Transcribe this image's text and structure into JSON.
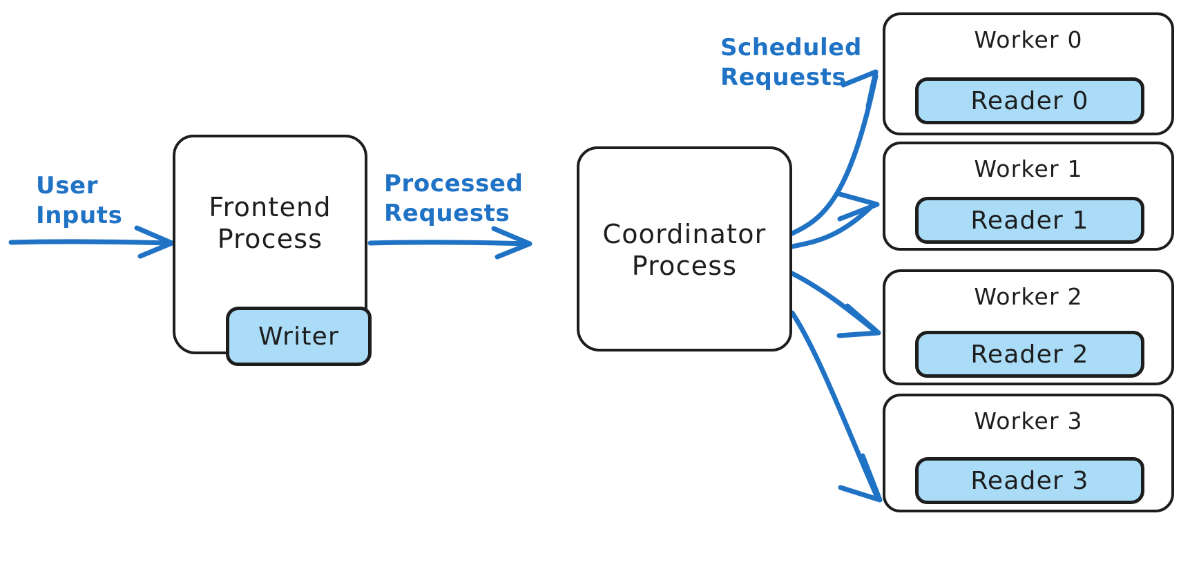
{
  "diagram": {
    "title": "Frontend / Coordinator / Worker process architecture",
    "background_color": "#ffffff",
    "accent_color": "#1f72c4",
    "node_fill": "#ffffff",
    "subnode_fill": "#aadcf8",
    "stroke_color": "#1d1d1d"
  },
  "nodes": {
    "frontend": {
      "label": "Frontend\nProcess",
      "sub": {
        "label": "Writer"
      }
    },
    "coordinator": {
      "label": "Coordinator\nProcess"
    },
    "workers": [
      {
        "label": "Worker 0",
        "sub": {
          "label": "Reader 0"
        }
      },
      {
        "label": "Worker 1",
        "sub": {
          "label": "Reader 1"
        }
      },
      {
        "label": "Worker 2",
        "sub": {
          "label": "Reader 2"
        }
      },
      {
        "label": "Worker 3",
        "sub": {
          "label": "Reader 3"
        }
      }
    ]
  },
  "edges": [
    {
      "id": "user-inputs",
      "label": "User\nInputs",
      "from": "user",
      "to": "frontend"
    },
    {
      "id": "processed-requests",
      "label": "Processed\nRequests",
      "from": "frontend",
      "to": "coordinator"
    },
    {
      "id": "scheduled-requests",
      "label": "Scheduled\nRequests",
      "from": "coordinator",
      "to": "workers"
    }
  ]
}
